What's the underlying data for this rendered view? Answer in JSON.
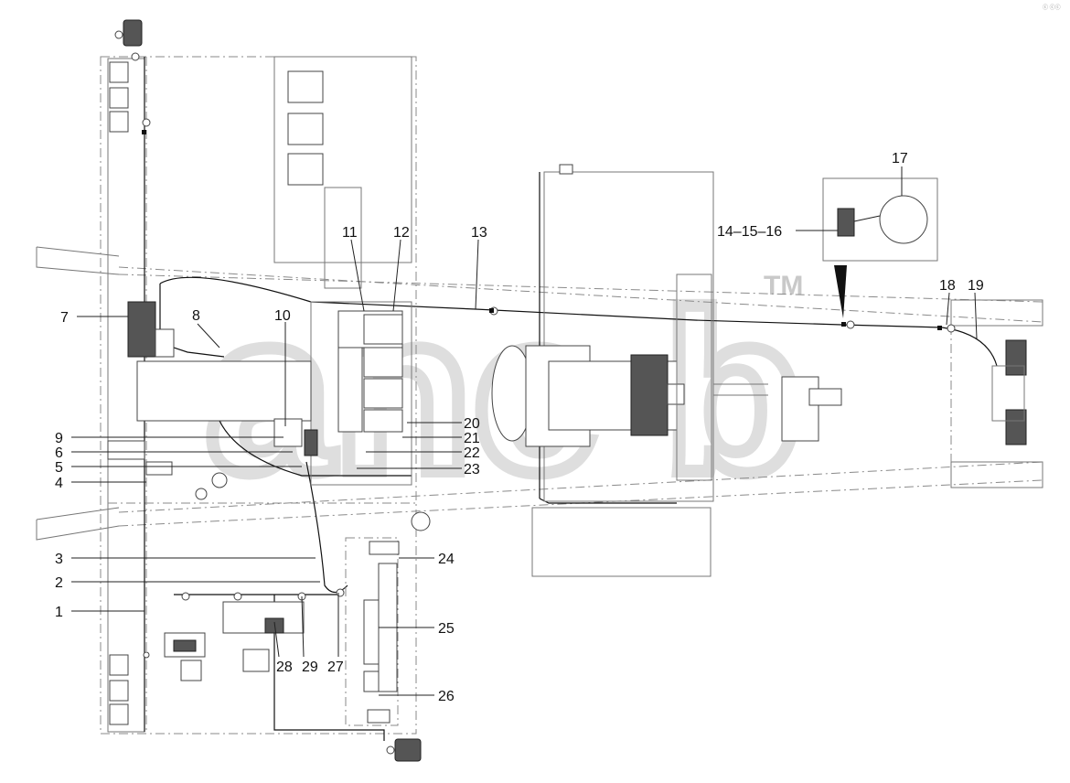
{
  "watermark": {
    "text": "ane b",
    "trademark": "TM"
  },
  "corner_note": "ⓒ ⓒⓒ",
  "callouts": [
    {
      "id": "c1",
      "text": "1"
    },
    {
      "id": "c2",
      "text": "2"
    },
    {
      "id": "c3",
      "text": "3"
    },
    {
      "id": "c4",
      "text": "4"
    },
    {
      "id": "c5",
      "text": "5"
    },
    {
      "id": "c6",
      "text": "6"
    },
    {
      "id": "c7",
      "text": "7"
    },
    {
      "id": "c8",
      "text": "8"
    },
    {
      "id": "c9",
      "text": "9"
    },
    {
      "id": "c10",
      "text": "10"
    },
    {
      "id": "c11",
      "text": "11"
    },
    {
      "id": "c12",
      "text": "12"
    },
    {
      "id": "c13",
      "text": "13"
    },
    {
      "id": "c14",
      "text": "14–15–16"
    },
    {
      "id": "c17",
      "text": "17"
    },
    {
      "id": "c18",
      "text": "18"
    },
    {
      "id": "c19",
      "text": "19"
    },
    {
      "id": "c20",
      "text": "20"
    },
    {
      "id": "c21",
      "text": "21"
    },
    {
      "id": "c22",
      "text": "22"
    },
    {
      "id": "c23",
      "text": "23"
    },
    {
      "id": "c24",
      "text": "24"
    },
    {
      "id": "c25",
      "text": "25"
    },
    {
      "id": "c26",
      "text": "26"
    },
    {
      "id": "c27",
      "text": "27"
    },
    {
      "id": "c28",
      "text": "28"
    },
    {
      "id": "c29",
      "text": "29"
    }
  ]
}
